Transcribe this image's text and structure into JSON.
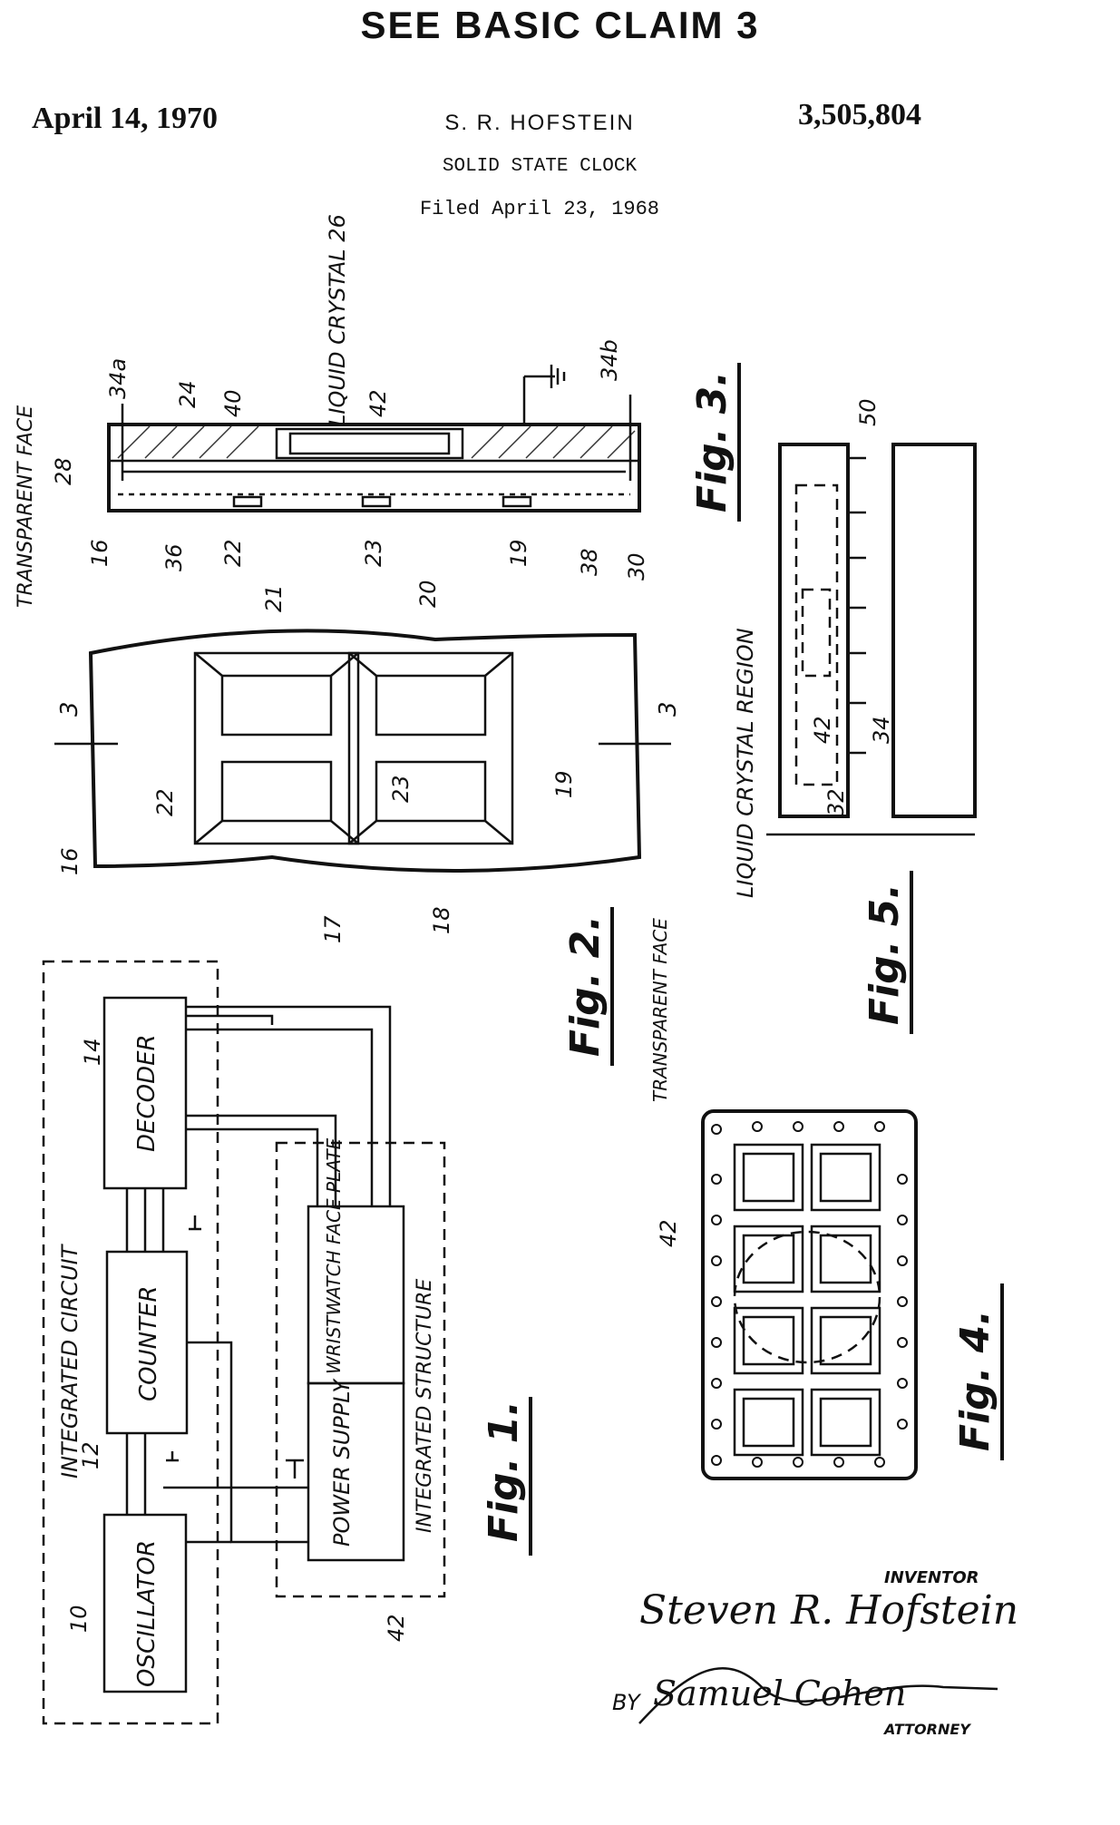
{
  "header": {
    "claim": "SEE BASIC CLAIM 3",
    "date": "April 14, 1970",
    "inventor_name": "S. R. HOFSTEIN",
    "patent_number": "3,505,804",
    "title": "SOLID STATE CLOCK",
    "filed": "Filed April 23, 1968"
  },
  "fig1": {
    "figure_label": "Fig. 1.",
    "integrated_circuit_label": "INTEGRATED CIRCUIT",
    "oscillator_label": "OSCILLATOR",
    "counter_label": "COUNTER",
    "decoder_label": "DECODER",
    "integrated_structure_label": "INTEGRATED STRUCTURE",
    "power_supply_label": "POWER SUPPLY",
    "faceplate_label": "WRISTWATCH FACE PLATE",
    "ref_oscillator": "10",
    "ref_counter": "12",
    "ref_decoder": "14",
    "ref_power": "42"
  },
  "fig2": {
    "figure_label": "Fig. 2.",
    "transparent_face_label": "TRANSPARENT FACE",
    "section_mark": "3",
    "refs": [
      "16",
      "17",
      "18",
      "19",
      "20",
      "21",
      "22",
      "23"
    ]
  },
  "fig3": {
    "figure_label": "Fig. 3.",
    "transparent_face_label": "TRANSPARENT FACE",
    "liquid_crystal_label": "LIQUID CRYSTAL 26",
    "refs_top": [
      "34a",
      "24",
      "40",
      "42",
      "34b"
    ],
    "refs_bottom": [
      "36",
      "22",
      "23",
      "19",
      "38",
      "30"
    ],
    "refs_left": [
      "28",
      "16"
    ]
  },
  "fig4": {
    "figure_label": "Fig. 4.",
    "ref_42": "42"
  },
  "fig5": {
    "figure_label": "Fig. 5.",
    "liquid_crystal_region_label": "LIQUID CRYSTAL REGION",
    "ref_50": "50",
    "ref_42": "42",
    "ref_34": "34",
    "ref_32": "32"
  },
  "signature": {
    "inventor_caption": "INVENTOR",
    "inventor_signature": "Steven R. Hofstein",
    "by_label": "BY",
    "attorney_signature": "Samuel Cohen",
    "attorney_caption": "ATTORNEY"
  }
}
